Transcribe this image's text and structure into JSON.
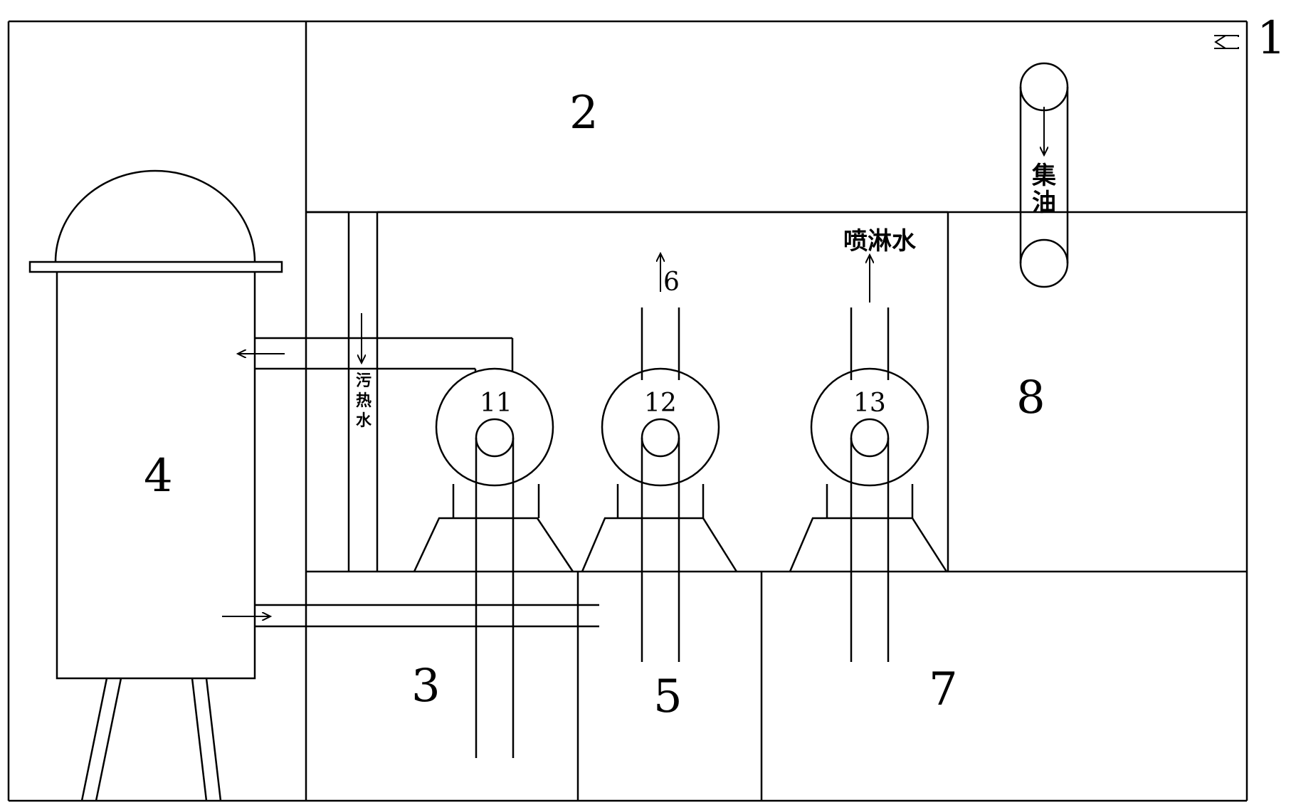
{
  "labels": {
    "inlet": "1",
    "tank_top": "2",
    "tank_left": "3",
    "heat_exchanger": "4",
    "tank_mid": "5",
    "outlet_6": "6",
    "tank_right": "7",
    "tank_8": "8",
    "pump_11": "11",
    "pump_12": "12",
    "pump_13": "13",
    "spray_water": "喷淋水",
    "oil_collect_1": "集",
    "oil_collect_2": "油",
    "dirty_hot_water_1": "污",
    "dirty_hot_water_2": "热",
    "dirty_hot_water_3": "水"
  }
}
